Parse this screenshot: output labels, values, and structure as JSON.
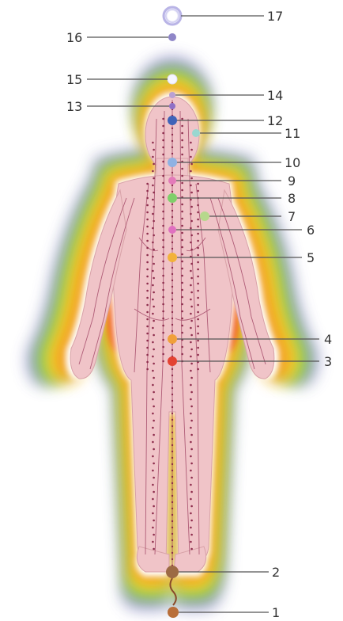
{
  "diagram": {
    "labels": [
      {
        "id": 1,
        "text": "1",
        "color": "#b86e3a"
      },
      {
        "id": 2,
        "text": "2",
        "color": "#9c6a44"
      },
      {
        "id": 3,
        "text": "3",
        "color": "#e34232"
      },
      {
        "id": 4,
        "text": "4",
        "color": "#f0a03a"
      },
      {
        "id": 5,
        "text": "5",
        "color": "#f2b23a"
      },
      {
        "id": 6,
        "text": "6",
        "color": "#e070c0"
      },
      {
        "id": 7,
        "text": "7",
        "color": "#b6d88c"
      },
      {
        "id": 8,
        "text": "8",
        "color": "#7fcf6a"
      },
      {
        "id": 9,
        "text": "9",
        "color": "#e37ab9"
      },
      {
        "id": 10,
        "text": "10",
        "color": "#8fb2e3"
      },
      {
        "id": 11,
        "text": "11",
        "color": "#9ad7d0"
      },
      {
        "id": 12,
        "text": "12",
        "color": "#3f63b8"
      },
      {
        "id": 13,
        "text": "13",
        "color": "#8f6fc6"
      },
      {
        "id": 14,
        "text": "14",
        "color": "#b9a0d3"
      },
      {
        "id": 15,
        "text": "15",
        "color": "#f4f4fb"
      },
      {
        "id": 16,
        "text": "16",
        "color": "#8f86c8"
      },
      {
        "id": 17,
        "text": "17",
        "color": "#d6d2f0"
      }
    ]
  }
}
